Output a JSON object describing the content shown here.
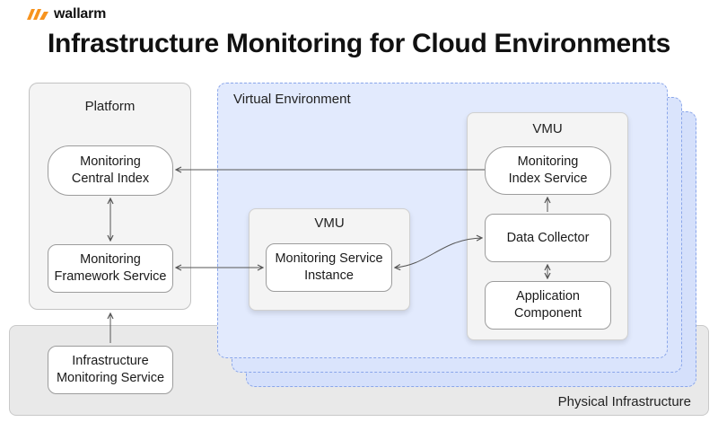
{
  "brand": {
    "name": "wallarm",
    "logo_icon": "wallarm-logo-icon",
    "color": "#f7931e"
  },
  "title": "Infrastructure Monitoring for Cloud Environments",
  "platform": {
    "label": "Platform",
    "monitoring_central_index": "Monitoring\nCentral Index",
    "monitoring_framework_service": "Monitoring\nFramework Service"
  },
  "virtual_environment": {
    "label": "Virtual Environment",
    "vmu_left": {
      "label": "VMU",
      "monitoring_service_instance": "Monitoring Service\nInstance"
    },
    "vmu_right": {
      "label": "VMU",
      "monitoring_index_service": "Monitoring\nIndex Service",
      "data_collector": "Data Collector",
      "application_component": "Application\nComponent"
    }
  },
  "physical_infrastructure": {
    "label": "Physical Infrastructure",
    "infrastructure_monitoring_service": "Infrastructure\nMonitoring Service"
  },
  "colors": {
    "virtual_fill": "#e2eafd",
    "virtual_border": "#8aa6ea",
    "physical_fill": "#e9e9e9",
    "platform_fill": "#f4f4f4",
    "arrow": "#555555"
  }
}
